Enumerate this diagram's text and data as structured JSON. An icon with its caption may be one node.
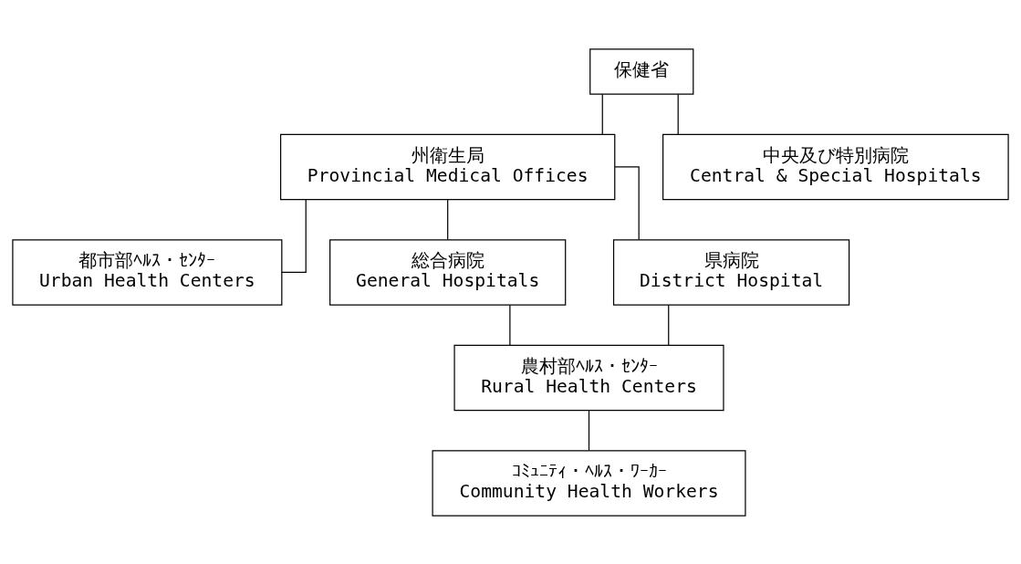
{
  "diagram": {
    "nodes": [
      {
        "text": [
          "保健省"
        ]
      },
      {
        "text": [
          "州衛生局",
          "Provincial Medical Offices"
        ]
      },
      {
        "text": [
          "中央及び特別病院",
          "Central & Special Hospitals"
        ]
      },
      {
        "text": [
          "都市部ﾍﾙｽ・ｾﾝﾀｰ",
          "Urban Health Centers"
        ]
      },
      {
        "text": [
          "総合病院",
          "General Hospitals"
        ]
      },
      {
        "text": [
          "県病院",
          "District Hospital"
        ]
      },
      {
        "text": [
          "農村部ﾍﾙｽ・ｾﾝﾀｰ",
          "Rural Health Centers"
        ]
      },
      {
        "text": [
          "ｺﾐｭﾆﾃｨ・ﾍﾙｽ・ﾜｰｶｰ",
          "Community Health Workers"
        ]
      }
    ],
    "edges": [
      {
        "from": 0,
        "to": 1,
        "arrow": "none"
      },
      {
        "from": 0,
        "to": 2,
        "arrow": "none"
      },
      {
        "from": 1,
        "to": 3,
        "arrow": "none"
      },
      {
        "from": 1,
        "to": 4,
        "arrow": "none"
      },
      {
        "from": 1,
        "to": 5,
        "arrow": "none"
      },
      {
        "from": 4,
        "to": 6,
        "arrow": "none"
      },
      {
        "from": 5,
        "to": 6,
        "arrow": "none"
      },
      {
        "from": 6,
        "to": 7,
        "arrow": "none"
      }
    ]
  }
}
